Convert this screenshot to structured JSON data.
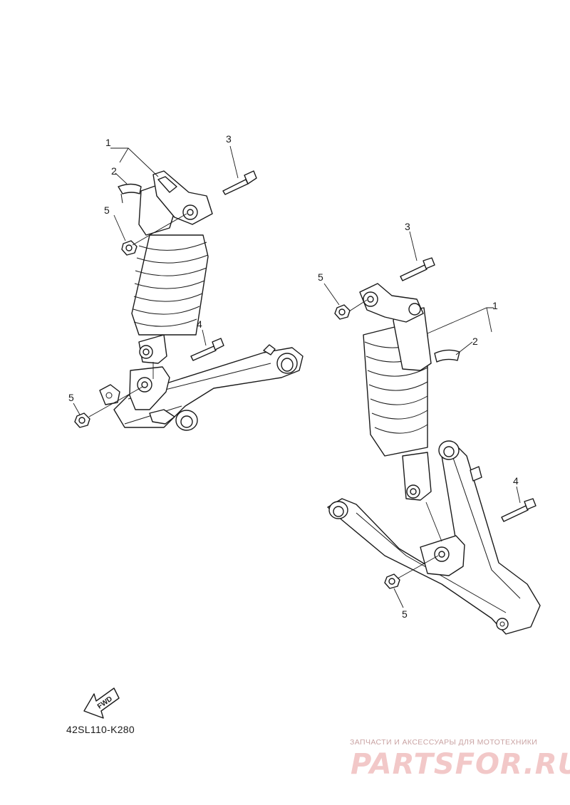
{
  "diagram_code": "42SL110-K280",
  "fwd_label": "FWD",
  "watermark": {
    "tagline": "ЗАПЧАСТИ И АКСЕССУАРЫ ДЛЯ МОТОТЕХНИКИ",
    "logo": "PARTSFOR.RU"
  },
  "callouts": {
    "left": [
      "1",
      "2",
      "3",
      "4",
      "5",
      "5"
    ],
    "right": [
      "1",
      "2",
      "3",
      "4",
      "5",
      "5"
    ]
  },
  "colors": {
    "line": "#1a1a1a",
    "watermark": "#f2c8c8"
  }
}
